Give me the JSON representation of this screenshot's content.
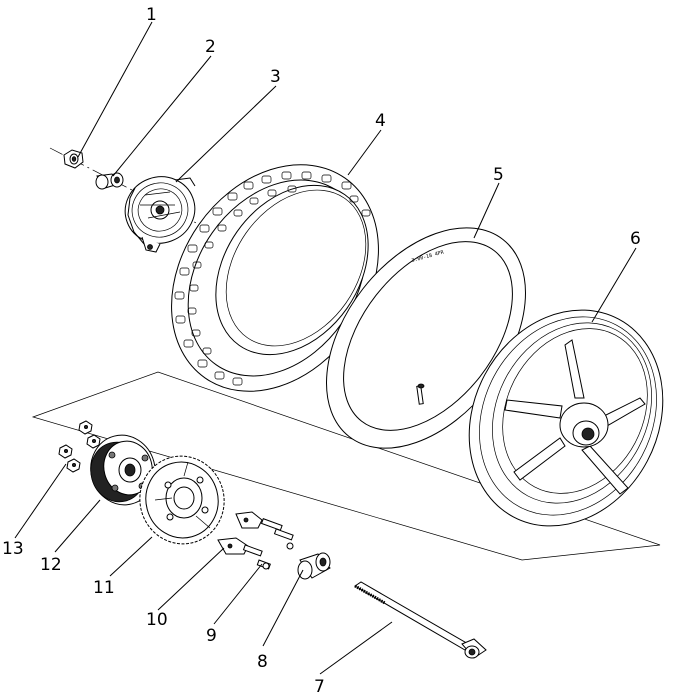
{
  "diagram": {
    "callouts": [
      "1",
      "2",
      "3",
      "4",
      "5",
      "6",
      "7",
      "8",
      "9",
      "10",
      "11",
      "12",
      "13"
    ],
    "tube_marking": "3.00-18 4PR"
  }
}
